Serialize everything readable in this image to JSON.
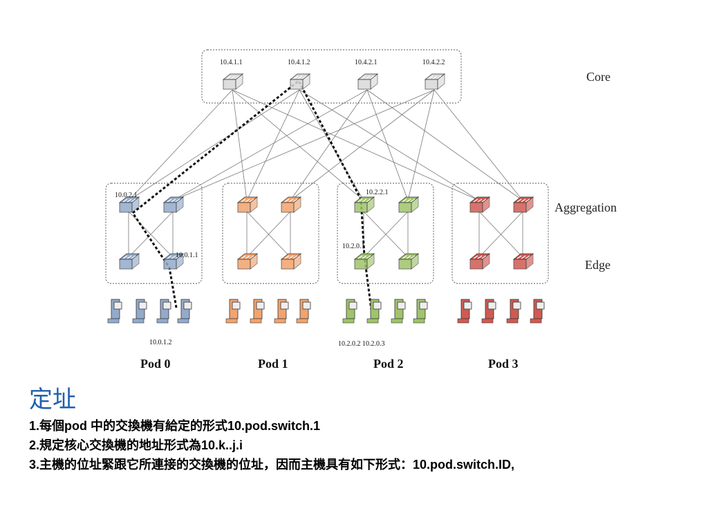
{
  "diagram": {
    "layers": {
      "core": "Core",
      "aggregation": "Aggregation",
      "edge": "Edge"
    },
    "core_switches": [
      "10.4.1.1",
      "10.4.1.2",
      "10.4.2.1",
      "10.4.2.2"
    ],
    "pods": [
      "Pod 0",
      "Pod 1",
      "Pod 2",
      "Pod 3"
    ],
    "pod_colors": [
      "#93aacb",
      "#f2a36e",
      "#9fc46a",
      "#cf5a52"
    ],
    "annotations": {
      "pod0_agg": "10.0.2.1",
      "pod0_edge": "10.0.1.1",
      "pod0_host": "10.0.1.2",
      "pod2_agg": "10.2.2.1",
      "pod2_edge": "10.2.0.1",
      "pod2_host_a": "10.2.0.2",
      "pod2_host_b": "10.2.0.3"
    }
  },
  "slide": {
    "title": "定址",
    "lines": [
      "1.每個pod 中的交換機有給定的形式10.pod.switch.1",
      "2.規定核心交換機的地址形式為10.k..j.i",
      "3.主機的位址緊跟它所連接的交換機的位址，因而主機具有如下形式：10.pod.switch.ID,"
    ]
  }
}
